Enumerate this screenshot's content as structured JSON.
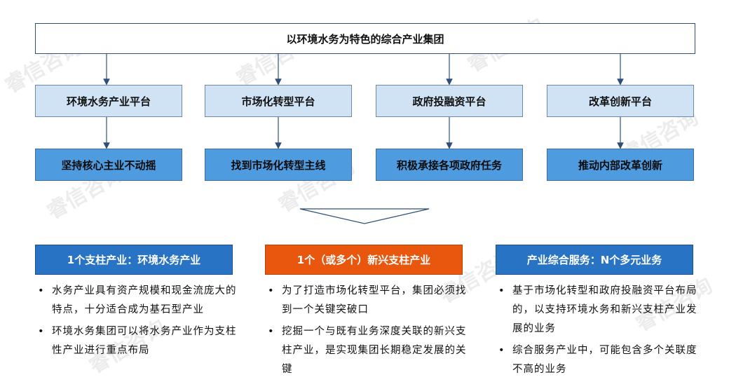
{
  "top": "以环境水务为特色的综合产业集团",
  "platforms": [
    "环境水务产业平台",
    "市场化转型平台",
    "政府投融资平台",
    "改革创新平台"
  ],
  "actions": [
    "坚持核心主业不动摇",
    "找到市场化转型主线",
    "积极承接各项政府任务",
    "推动内部改革创新"
  ],
  "categories": [
    {
      "title": "1个支柱产业：环境水务产业",
      "color": "#2873c4",
      "bullets": [
        "水务产业具有资产规模和现金流庞大的特点，十分适合成为基石型产业",
        "环境水务集团可以将水务产业作为支柱性产业进行重点布局"
      ]
    },
    {
      "title": "1个（或多个）新兴支柱产业",
      "color": "#e8570d",
      "bullets": [
        "为了打造市场化转型平台，集团必须找到一个关键突破口",
        "挖掘一个与既有业务深度关联的新兴支柱产业，是实现集团长期稳定发展的关键"
      ]
    },
    {
      "title": "产业综合服务：N个多元业务",
      "color": "#2873c4",
      "bullets": [
        "基于市场化转型和政府投融资平台布局的，以支持环境水务和新兴支柱产业发展的业务",
        "综合服务产业中，可能包含多个关联度不高的业务"
      ]
    }
  ],
  "bullet_char": "•",
  "watermark": "睿信咨询"
}
